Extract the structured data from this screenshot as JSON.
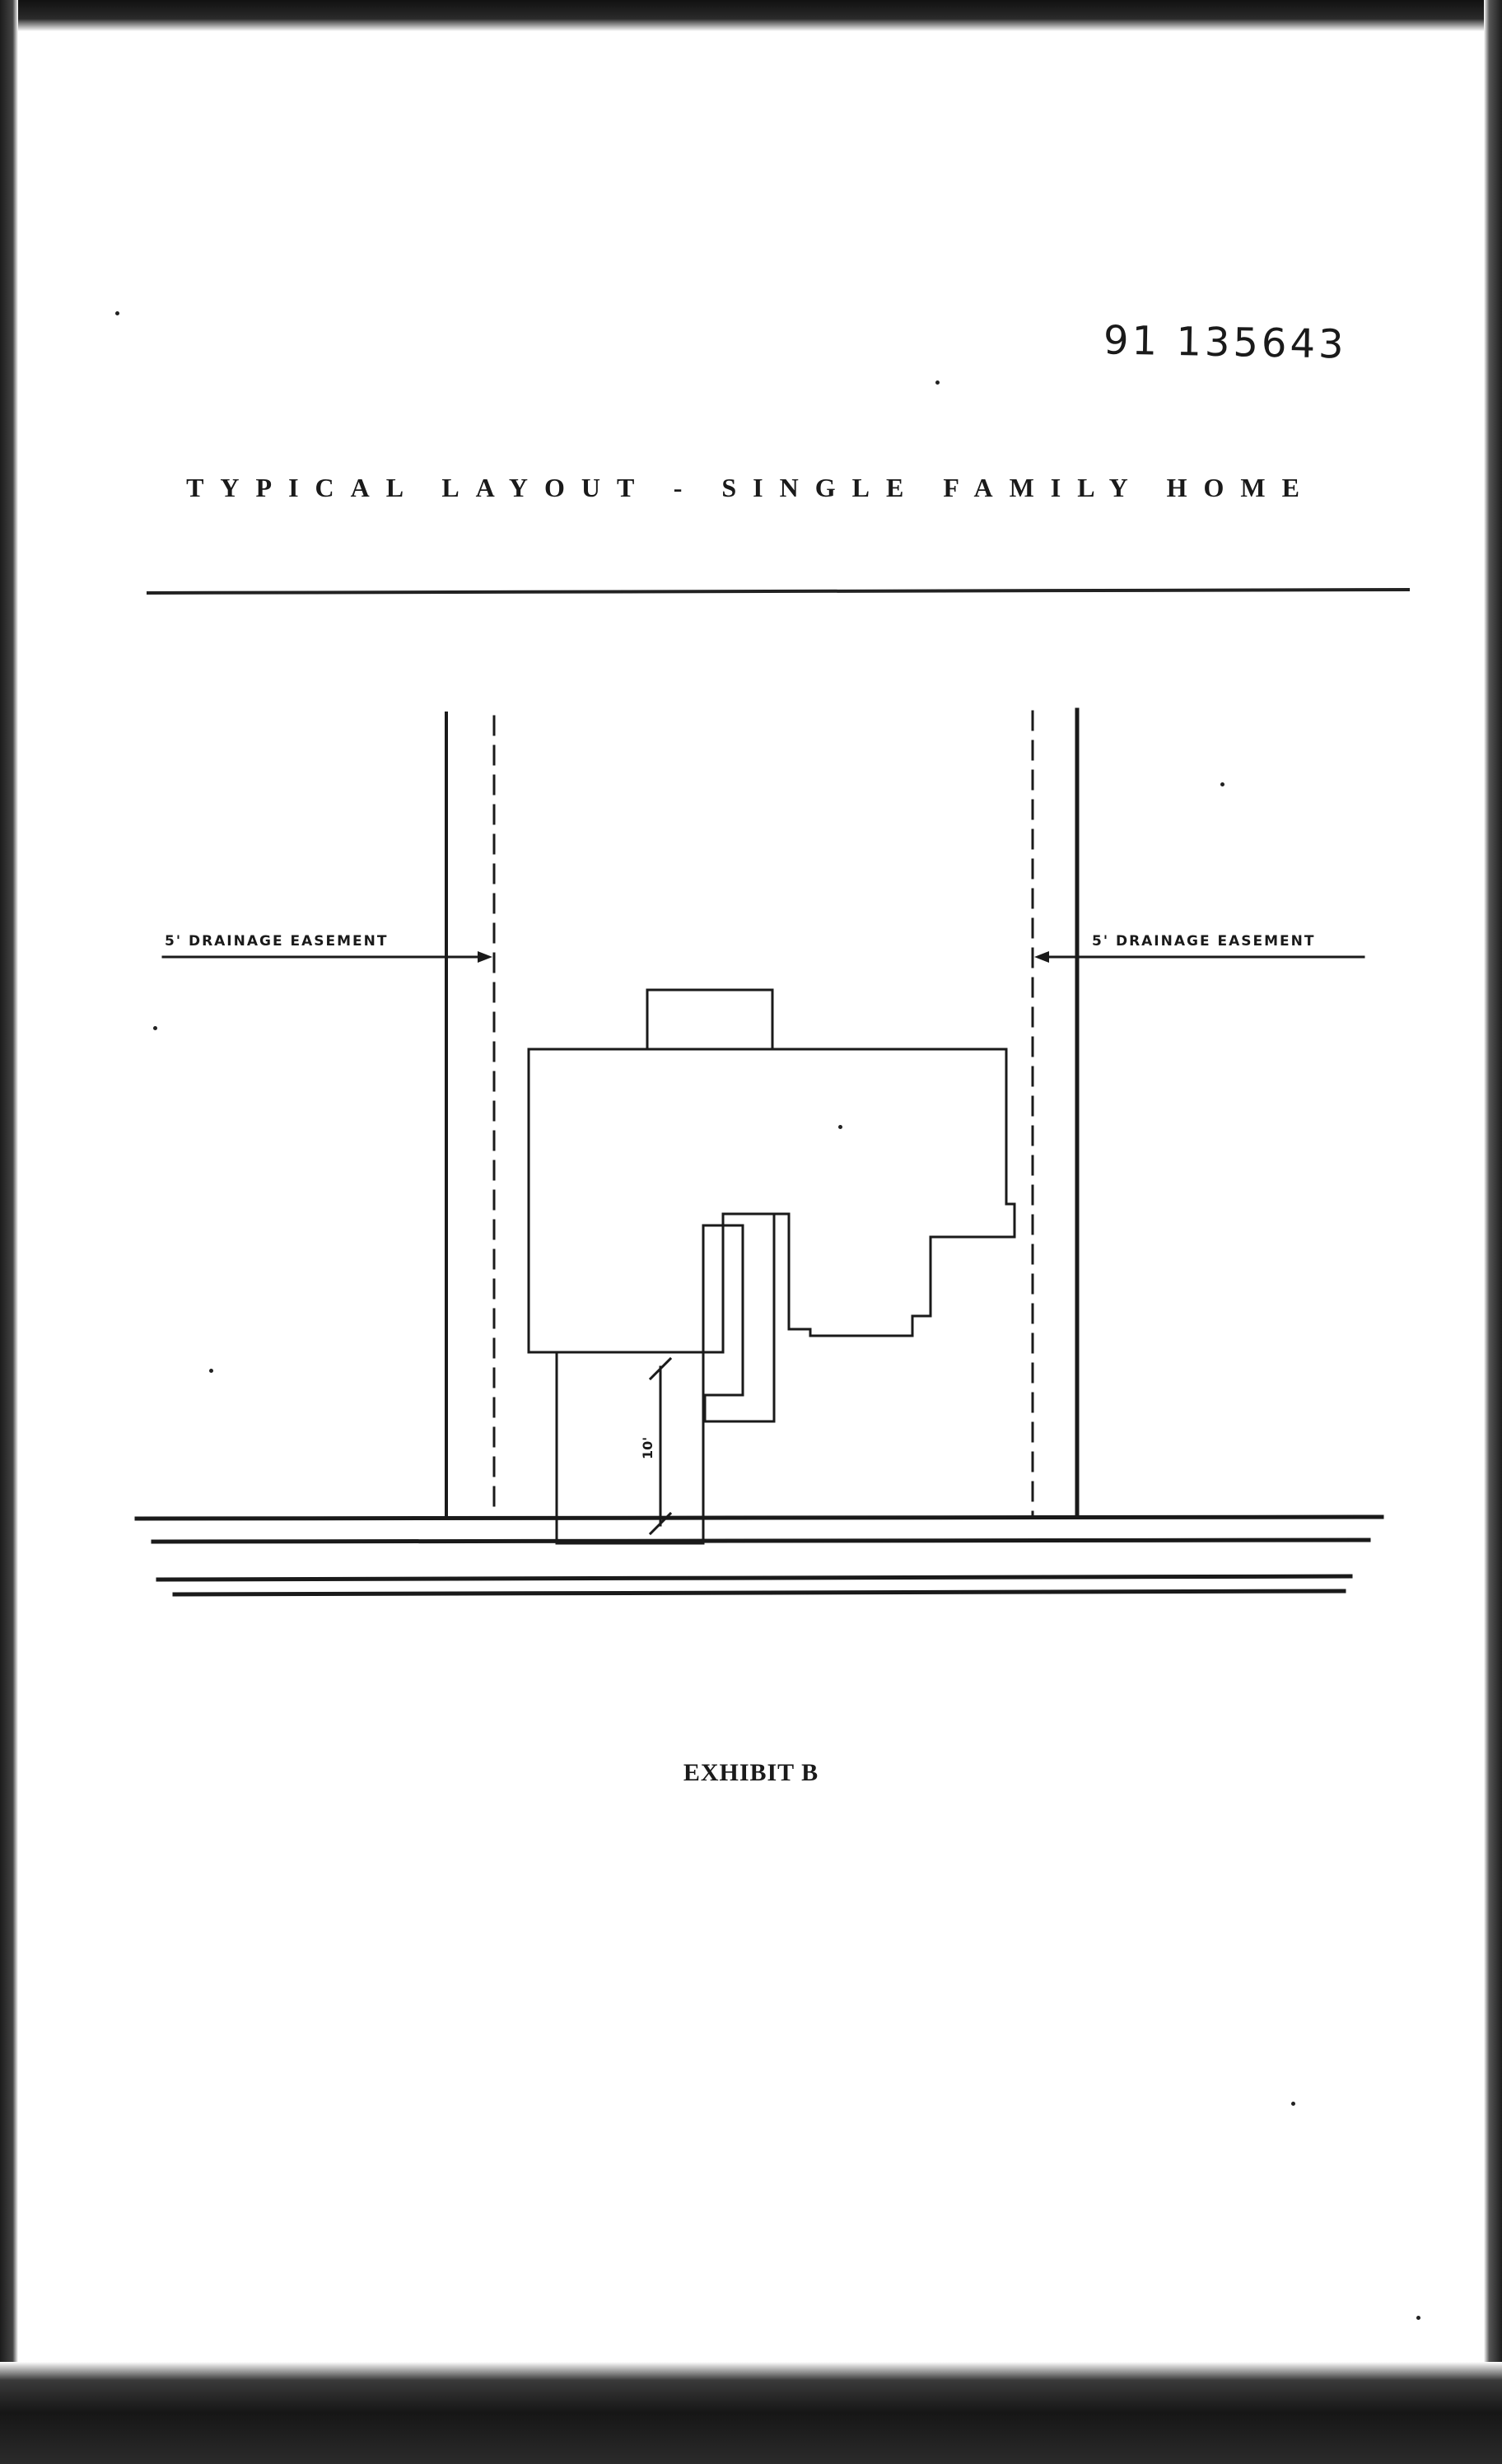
{
  "document": {
    "number": "91 135643",
    "title": "TYPICAL LAYOUT - SINGLE FAMILY HOME",
    "exhibit": "EXHIBIT B"
  },
  "plan": {
    "left_easement_label": "5' DRAINAGE EASEMENT",
    "right_easement_label": "5' DRAINAGE EASEMENT",
    "setback_dimension": "10'"
  },
  "colors": {
    "ink": "#1a1a1a",
    "paper": "#ffffff"
  }
}
